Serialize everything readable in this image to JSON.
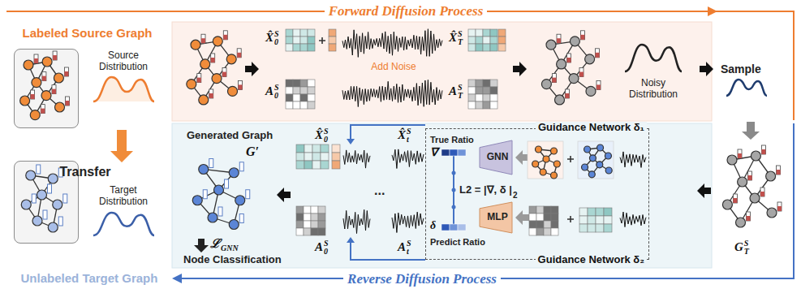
{
  "diagram": {
    "nodes": [
      {
        "text": [
          "Labeled Source Graph"
        ]
      },
      {
        "text": [
          "Unlabeled Target Graph"
        ]
      },
      {
        "text": [
          "Guidance Network δ₁",
          "Guidance Network δ₂"
        ]
      },
      {
        "text": [
          "GNN"
        ],
        "in": 2
      },
      {
        "text": [
          "MLP"
        ],
        "in": 2
      }
    ],
    "labels": [
      "Forward Diffusion Process",
      "Source Distribution",
      "Transfer",
      "Target Distribution",
      "X̂",
      "0",
      "S",
      "Add Noise",
      "X̂",
      "T",
      "S",
      "A",
      "0",
      "S",
      "A",
      "T",
      "S",
      "Noisy Distribution",
      "Sample",
      "Generated Graph",
      "G′",
      "X̂",
      "0",
      "S",
      "X̂",
      "t",
      "S",
      "True Ratio",
      "∇",
      "L2 = |∇, δ |",
      "2",
      "δ",
      "Predict Ratio",
      "...",
      "A",
      "0",
      "S",
      "A",
      "t",
      "S",
      "Node Classification",
      "ℒ",
      "GNN",
      "G",
      "T",
      "S",
      "Reverse Diffusion Process"
    ]
  }
}
